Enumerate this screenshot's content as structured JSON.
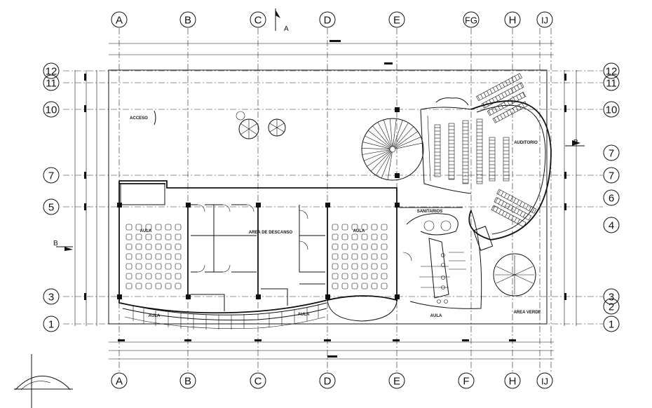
{
  "axes_top": [
    "A",
    "B",
    "C",
    "D",
    "E",
    "FG",
    "H",
    "IJ"
  ],
  "axes_bottom": [
    "A",
    "B",
    "C",
    "D",
    "E",
    "F",
    "H",
    "IJ"
  ],
  "axes_left": [
    "12",
    "11",
    "10",
    "7",
    "5",
    "3",
    "1"
  ],
  "axes_right": [
    "12",
    "11",
    "10",
    "7",
    "7",
    "6",
    "4",
    "3",
    "2",
    "1"
  ],
  "section_markers": {
    "top": "A",
    "left": "B",
    "right": "B"
  },
  "rooms": {
    "acceso": "ACCESO",
    "aula_left": "AULA",
    "area_de_descanso": "AREA DE DESCANSO",
    "aula_mid": "AULA",
    "sanitarios": "SANITARIOS",
    "auditorio": "AUDITORIO",
    "area_verde": "AREA VERDE",
    "aula_bottom_left": "AULA",
    "aula_bottom_mid": "AULA",
    "aula_bottom_right": "AULA"
  }
}
